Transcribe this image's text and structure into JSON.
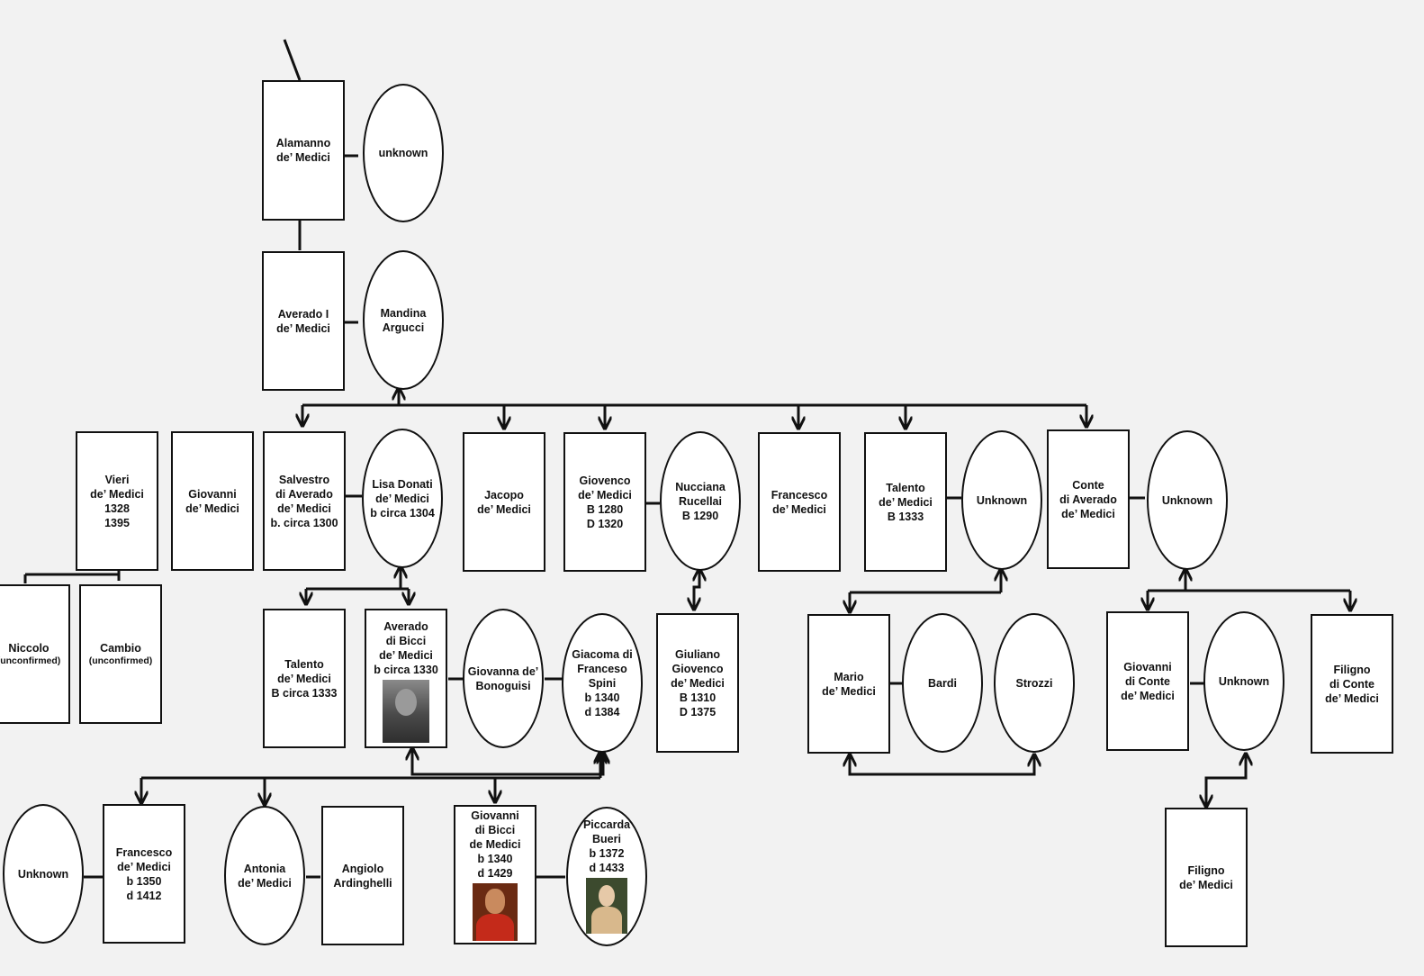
{
  "people": {
    "alamanno": {
      "name": "Alamanno\nde’ Medici"
    },
    "unknown_top": {
      "name": "unknown"
    },
    "averado1": {
      "name": "Averado I\nde’ Medici"
    },
    "mandina": {
      "name": "Mandina\nArgucci"
    },
    "vieri": {
      "name": "Vieri\nde’ Medici\n1328\n1395"
    },
    "giovanni_gen3": {
      "name": "Giovanni\nde’ Medici"
    },
    "salvestro": {
      "name": "Salvestro\ndi Averado\nde’ Medici\nb. circa 1300"
    },
    "lisa": {
      "name": "Lisa Donati\nde’ Medici\nb circa 1304"
    },
    "jacopo": {
      "name": "Jacopo\nde’ Medici"
    },
    "giovenco": {
      "name": "Giovenco\nde’ Medici\nB 1280\nD 1320"
    },
    "nucciana": {
      "name": "Nucciana\nRucellai\nB 1290"
    },
    "francesco_gen3": {
      "name": "Francesco\nde’ Medici"
    },
    "talento_gen3": {
      "name": "Talento\nde’ Medici\nB 1333"
    },
    "unknown_talento": {
      "name": "Unknown"
    },
    "conte": {
      "name": "Conte\ndi Averado\nde’ Medici"
    },
    "unknown_conte": {
      "name": "Unknown"
    },
    "niccolo": {
      "name": "Niccolo",
      "note": "(unconfirmed)"
    },
    "cambio": {
      "name": "Cambio",
      "note": "(unconfirmed)"
    },
    "talento_gen4": {
      "name": "Talento\nde’ Medici\nB circa 1333"
    },
    "averado_bicci": {
      "name": "Averado\ndi Bicci\nde’ Medici\nb circa 1330"
    },
    "giovanna": {
      "name": "Giovanna de’\nBonoguisi"
    },
    "giacoma": {
      "name": "Giacoma di\nFranceso\nSpini\nb 1340\nd 1384"
    },
    "giuliano": {
      "name": "Giuliano\nGiovenco\nde’ Medici\nB 1310\nD 1375"
    },
    "mario": {
      "name": "Mario\nde’ Medici"
    },
    "bardi": {
      "name": "Bardi"
    },
    "strozzi": {
      "name": "Strozzi"
    },
    "giovanni_conte": {
      "name": "Giovanni\ndi Conte\nde’ Medici"
    },
    "unknown_giovanni_conte": {
      "name": "Unknown"
    },
    "filigno_conte": {
      "name": "Filigno\ndi Conte\nde’ Medici"
    },
    "unknown_francesco": {
      "name": "Unknown"
    },
    "francesco_gen5": {
      "name": "Francesco\nde’ Medici\nb 1350\nd 1412"
    },
    "antonia": {
      "name": "Antonia\nde’ Medici"
    },
    "angiolo": {
      "name": "Angiolo\nArdinghelli"
    },
    "giovanni_bicci": {
      "name": "Giovanni\ndi Bicci\nde Medici\nb 1340\nd 1429"
    },
    "piccarda": {
      "name": "Piccarda\nBueri\nb 1372\nd 1433"
    },
    "filigno_gen5": {
      "name": "Filigno\nde’ Medici"
    }
  }
}
